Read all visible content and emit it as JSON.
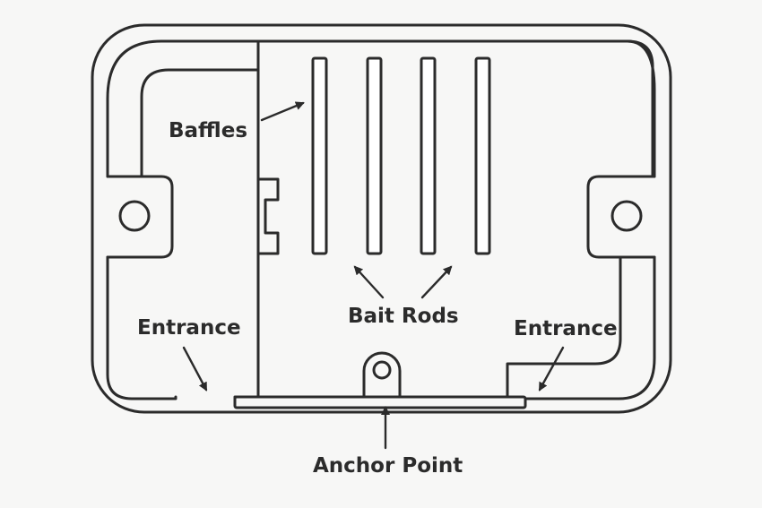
{
  "labels": {
    "baffles": "Baffles",
    "bait_rods": "Bait Rods",
    "entrance_left": "Entrance",
    "entrance_right": "Entrance",
    "anchor_point": "Anchor Point"
  },
  "colors": {
    "background": "#f7f7f6",
    "line": "#2b2b2b"
  }
}
